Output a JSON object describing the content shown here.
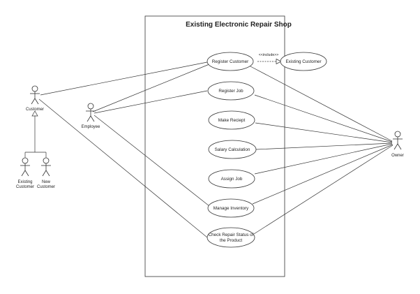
{
  "system": {
    "title": "Existing Electronic Repair Shop"
  },
  "actors": {
    "customer": "Customer",
    "employee": "Employee",
    "owner": "Owner",
    "existing_customer": [
      "Existing",
      "Customer"
    ],
    "new_customer": [
      "New",
      "Customer"
    ]
  },
  "use_cases": {
    "register_customer": "Register Customer",
    "register_job": "Register Job",
    "make_receipt": "Make Reciept",
    "salary_calculation": "Salary Calculation",
    "assign_job": "Assign Job",
    "manage_inventory": "Manage Inventory",
    "check_repair_status": [
      "Check Repair Status of",
      "the Product"
    ],
    "existing_customer": "Existing Customer"
  },
  "relations": {
    "include": "<<include>>"
  },
  "colors": {
    "line": "#333333",
    "background": "#ffffff"
  }
}
